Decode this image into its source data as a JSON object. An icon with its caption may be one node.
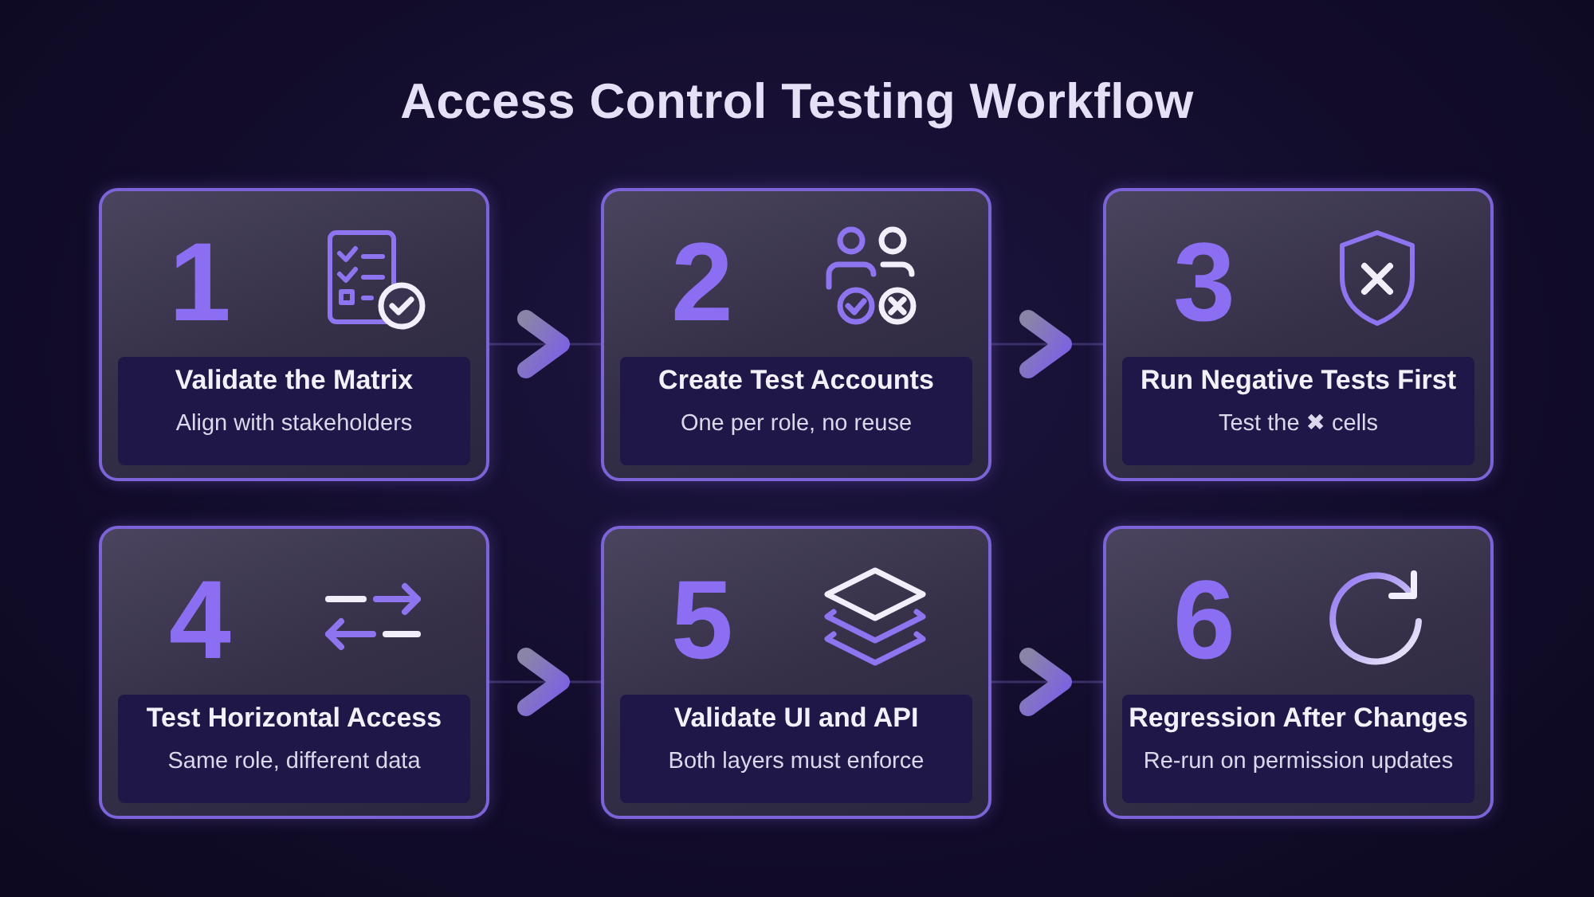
{
  "diagram": {
    "title": "Access Control Testing Workflow",
    "nodes": [
      {
        "text": [
          "1",
          "Validate the Matrix",
          "Align with stakeholders"
        ]
      },
      {
        "text": [
          "2",
          "Create Test Accounts",
          "One per role, no reuse"
        ]
      },
      {
        "text": [
          "3",
          "Run Negative Tests First",
          "Test the **✖** cells"
        ]
      },
      {
        "text": [
          "4",
          "Test Horizontal Access",
          "Same role, different data"
        ]
      },
      {
        "text": [
          "5",
          "Validate UI and API",
          "Both layers must enforce"
        ]
      },
      {
        "text": [
          "6",
          "Regression After Changes",
          "Re-run on permission updates"
        ]
      }
    ],
    "edges": [
      {
        "from": 0,
        "to": 1,
        "arrow": "to"
      },
      {
        "from": 1,
        "to": 2,
        "arrow": "to"
      },
      {
        "from": 3,
        "to": 4,
        "arrow": "to"
      },
      {
        "from": 4,
        "to": 5,
        "arrow": "to"
      }
    ]
  }
}
